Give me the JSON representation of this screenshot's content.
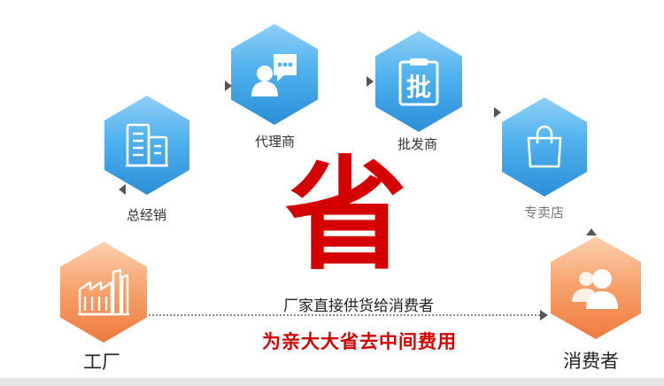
{
  "center": {
    "big_char": "省",
    "subtitle": "厂家直接供货给消费者",
    "slogan": "为亲大大省去中间费用"
  },
  "nodes": {
    "factory": {
      "label": "工厂",
      "icon": "factory-icon",
      "color": "#f7a06a"
    },
    "distributor": {
      "label": "总经销",
      "icon": "building-icon",
      "color": "#4fb1ee"
    },
    "agent": {
      "label": "代理商",
      "icon": "agent-chat-icon",
      "color": "#4fb1ee"
    },
    "wholesale": {
      "label": "批发商",
      "icon": "wholesale-clipboard-icon",
      "glyph": "批",
      "color": "#4fb1ee"
    },
    "store": {
      "label": "专卖店",
      "icon": "shopping-bag-icon",
      "color": "#4fb1ee"
    },
    "consumer": {
      "label": "消费者",
      "icon": "users-icon",
      "color": "#f7a06a"
    }
  },
  "colors": {
    "accent_red": "#d40000",
    "blue": "#4fb1ee",
    "orange": "#f7a06a"
  }
}
